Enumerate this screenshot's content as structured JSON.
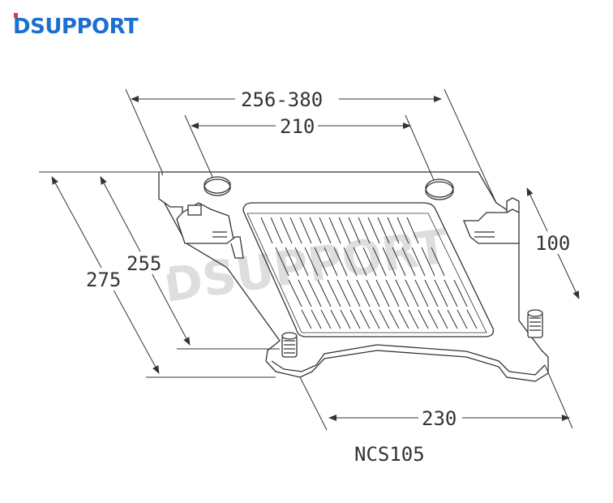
{
  "brand": {
    "logo_d": "D",
    "logo_rest": "SUPPORT"
  },
  "watermark": "DSUPPORT",
  "dimensions": {
    "width_range": "256-380",
    "inner_width": "210",
    "depth_total": "275",
    "depth_plate": "255",
    "clip_height": "100",
    "base_width": "230"
  },
  "model": "NCS105",
  "colors": {
    "brand_blue": "#1b6fd1",
    "brand_red": "#e23b2e",
    "line": "#333333"
  }
}
